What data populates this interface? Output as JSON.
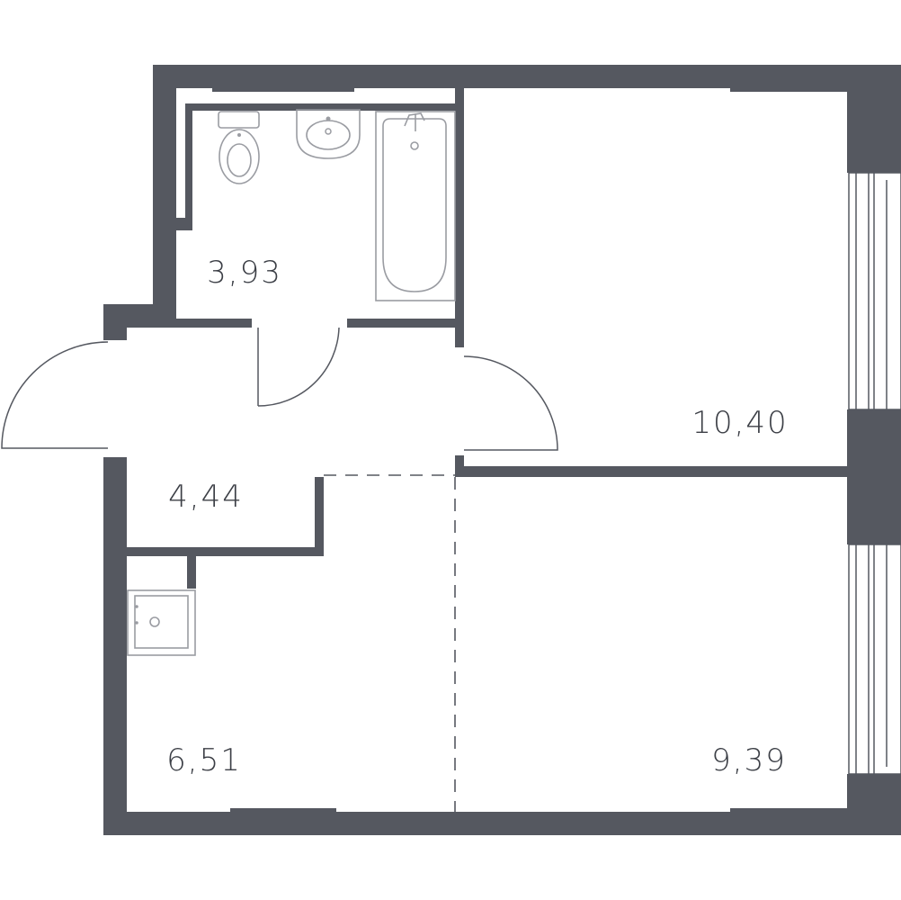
{
  "rooms": [
    {
      "id": "bathroom",
      "area": "3,93"
    },
    {
      "id": "hallway",
      "area": "4,44"
    },
    {
      "id": "bedroom",
      "area": "10,40"
    },
    {
      "id": "kitchen",
      "area": "6,51"
    },
    {
      "id": "living",
      "area": "9,39"
    }
  ],
  "colors": {
    "wall": "#555860",
    "fixture": "#9a9ca2",
    "text": "#3c3f46"
  }
}
